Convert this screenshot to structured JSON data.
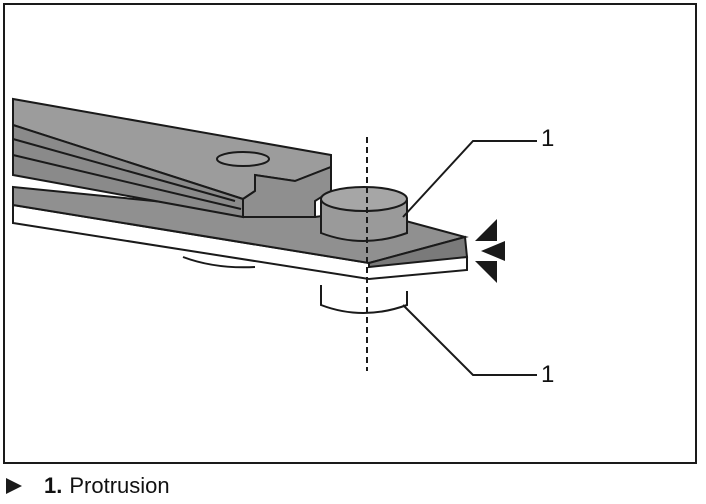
{
  "figure": {
    "callouts": [
      {
        "label": "1",
        "target": "upper-protrusion"
      },
      {
        "label": "1",
        "target": "lower-protrusion"
      }
    ],
    "icons": [
      "rail-illustration",
      "arrow-marker-icon",
      "caption-bullet-icon"
    ],
    "colors": {
      "rail_fill": "#888888",
      "rail_top": "#9a9a9a",
      "outline": "#1a1a1a",
      "base_plate": "#ffffff"
    }
  },
  "caption": {
    "number": "1.",
    "text": "Protrusion"
  }
}
